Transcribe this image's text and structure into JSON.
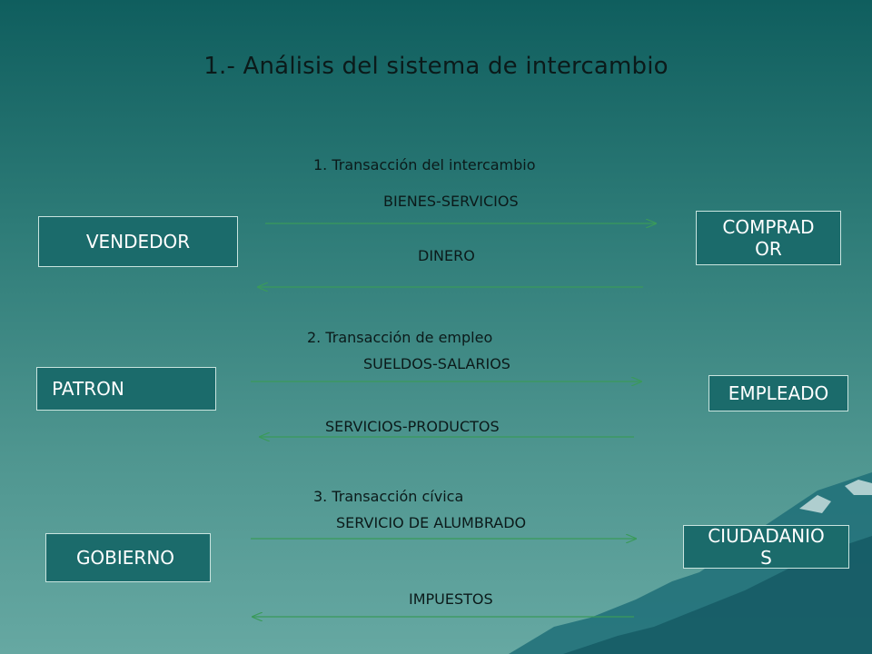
{
  "title": "1.- Análisis del sistema de intercambio",
  "transactions": [
    {
      "heading": "1. Transacción del intercambio",
      "forward_label": "BIENES-SERVICIOS",
      "backward_label": "DINERO",
      "left_party": "VENDEDOR",
      "right_party_line1": "COMPRAD",
      "right_party_line2": "OR"
    },
    {
      "heading": "2. Transacción de empleo",
      "forward_label": "SUELDOS-SALARIOS",
      "backward_label": "SERVICIOS-PRODUCTOS",
      "left_party": "PATRON",
      "right_party": "EMPLEADO"
    },
    {
      "heading": "3. Transacción cívica",
      "forward_label": "SERVICIO DE ALUMBRADO",
      "backward_label": "IMPUESTOS",
      "left_party": "GOBIERNO",
      "right_party_line1": "CIUDADANIO",
      "right_party_line2": "S"
    }
  ],
  "colors": {
    "box_fill": "#1b6b6b",
    "box_border": "#c9e4df",
    "arrow": "#3a9a5a"
  }
}
